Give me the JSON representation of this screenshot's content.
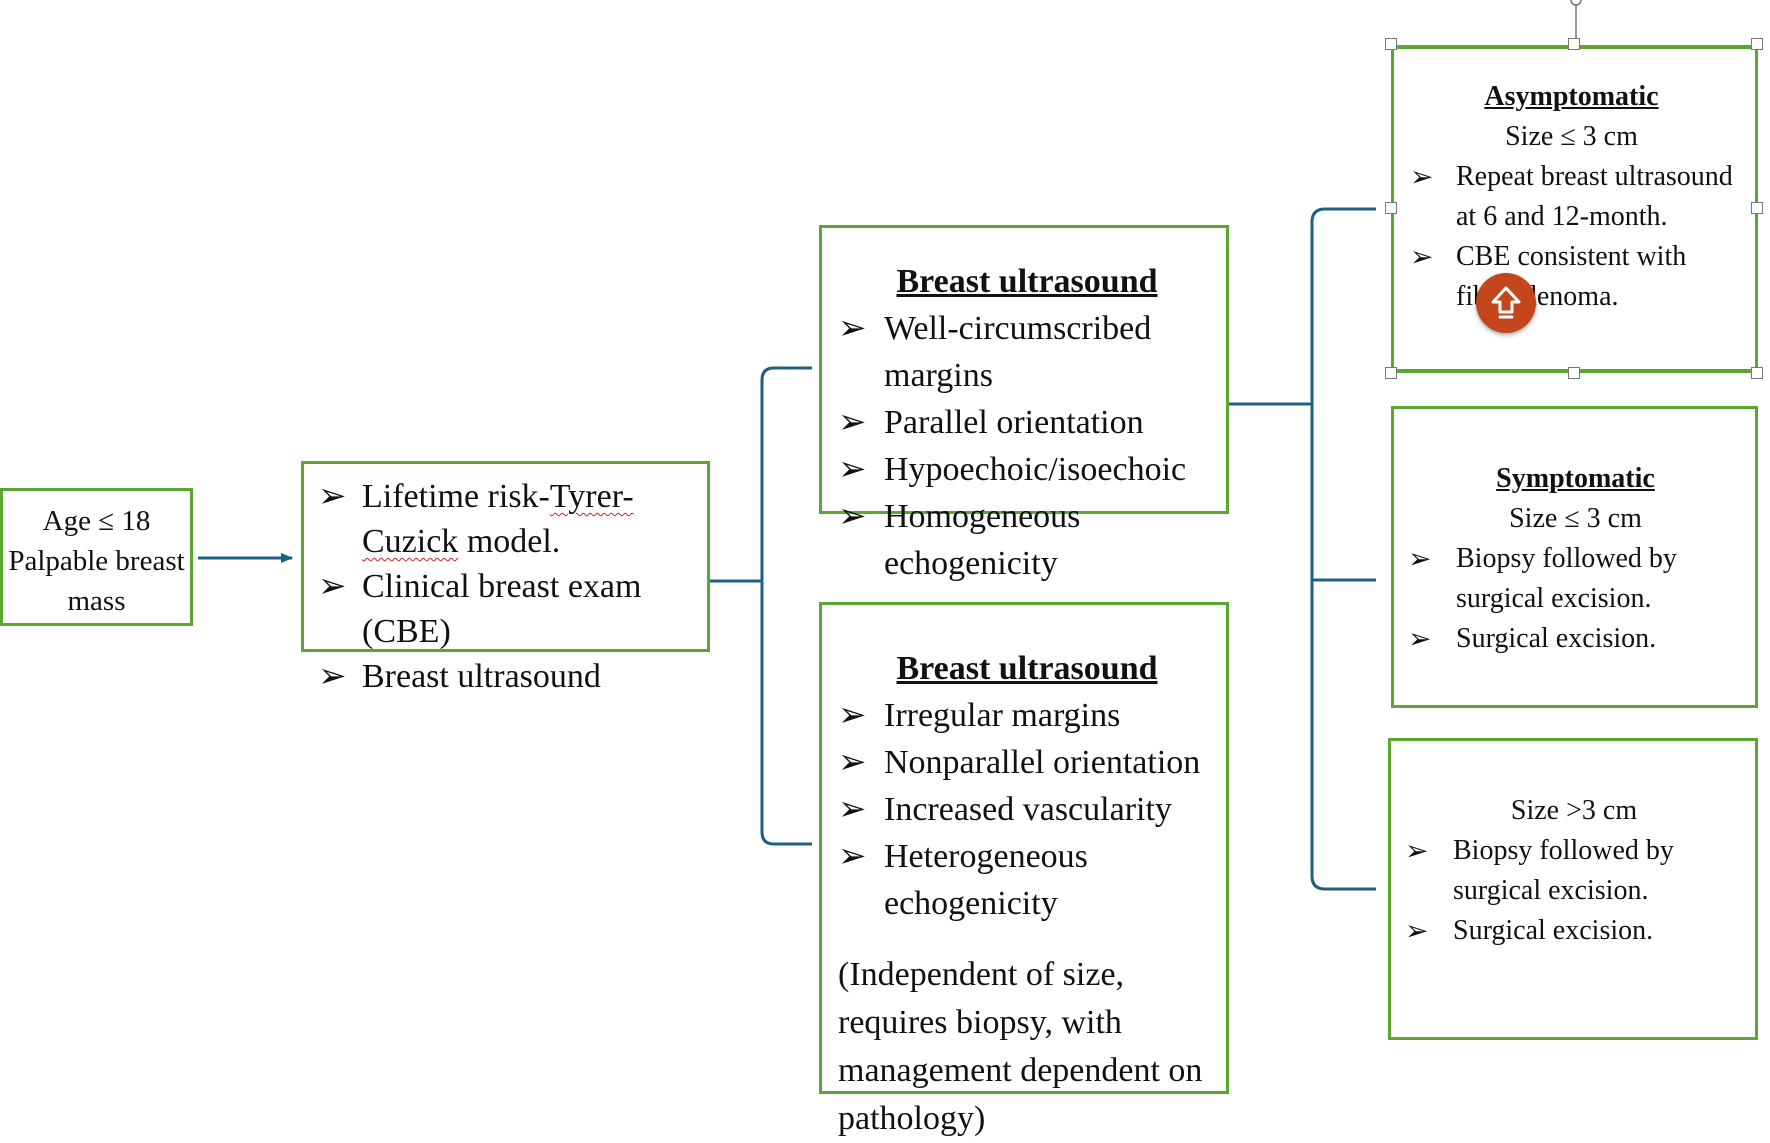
{
  "start_box": {
    "lines": [
      "Age  ≤ 18",
      "Palpable breast",
      "mass"
    ]
  },
  "assessment_box": {
    "items": [
      {
        "text": "Lifetime risk-",
        "flagged": "Tyrer-Cuzick",
        "text2": " model."
      },
      {
        "text": "Clinical breast exam (CBE)"
      },
      {
        "text": "Breast ultrasound"
      }
    ]
  },
  "benign_us_box": {
    "title": "Breast ultrasound",
    "items": [
      "Well-circumscribed margins",
      "Parallel orientation",
      "Hypoechoic/isoechoic",
      "Homogeneous echogenicity"
    ]
  },
  "suspicious_us_box": {
    "title": "Breast ultrasound",
    "items": [
      "Irregular margins",
      "Nonparallel orientation",
      "Increased vascularity",
      "Heterogeneous echogenicity"
    ],
    "note": "(Independent of size, requires biopsy, with management dependent on pathology)"
  },
  "asymptomatic_box": {
    "title": "Asymptomatic",
    "subtitle": "Size ≤ 3 cm",
    "items": [
      "Repeat breast ultrasound  at 6 and 12-month.",
      "CBE consistent with fibroadenoma."
    ]
  },
  "symptomatic_box": {
    "title": "Symptomatic",
    "subtitle": "Size ≤ 3 cm",
    "items": [
      "Biopsy followed by surgical excision.",
      "Surgical excision."
    ]
  },
  "large_box": {
    "subtitle": "Size >3 cm",
    "items": [
      "Biopsy followed by surgical excision.",
      "Surgical excision."
    ]
  },
  "bullet_glyph": "➢",
  "colors": {
    "box_border": "#5aa832",
    "connector": "#1f5f85",
    "fab": "#c4461c",
    "spell_error": "#d02020"
  },
  "icons": {
    "floating_button": "home-up-icon"
  }
}
